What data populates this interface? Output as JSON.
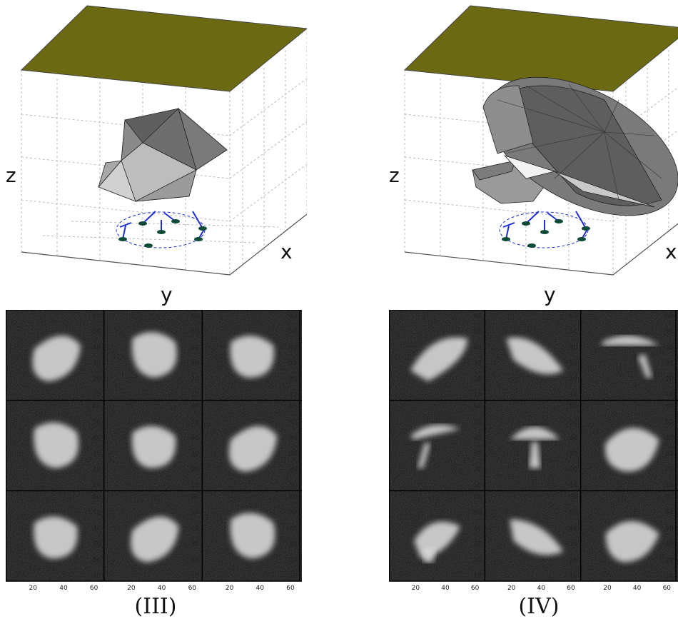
{
  "panels": [
    {
      "caption": "(III)",
      "axes": {
        "x": "x",
        "y": "y",
        "z": "z"
      }
    },
    {
      "caption": "(IV)",
      "axes": {
        "x": "x",
        "y": "y",
        "z": "z"
      }
    }
  ],
  "image_grid": {
    "row_ticks": [
      "60",
      "50",
      "40",
      "30",
      "20",
      "10"
    ],
    "col_ticks": [
      "20",
      "40",
      "60"
    ]
  },
  "colors": {
    "top_plate": "#6b6a12",
    "object_dark": "#6a6a6a",
    "object_light": "#bdbdbd",
    "sensor": "#1f2fd6",
    "grid_bg": "#0f0f0f"
  }
}
